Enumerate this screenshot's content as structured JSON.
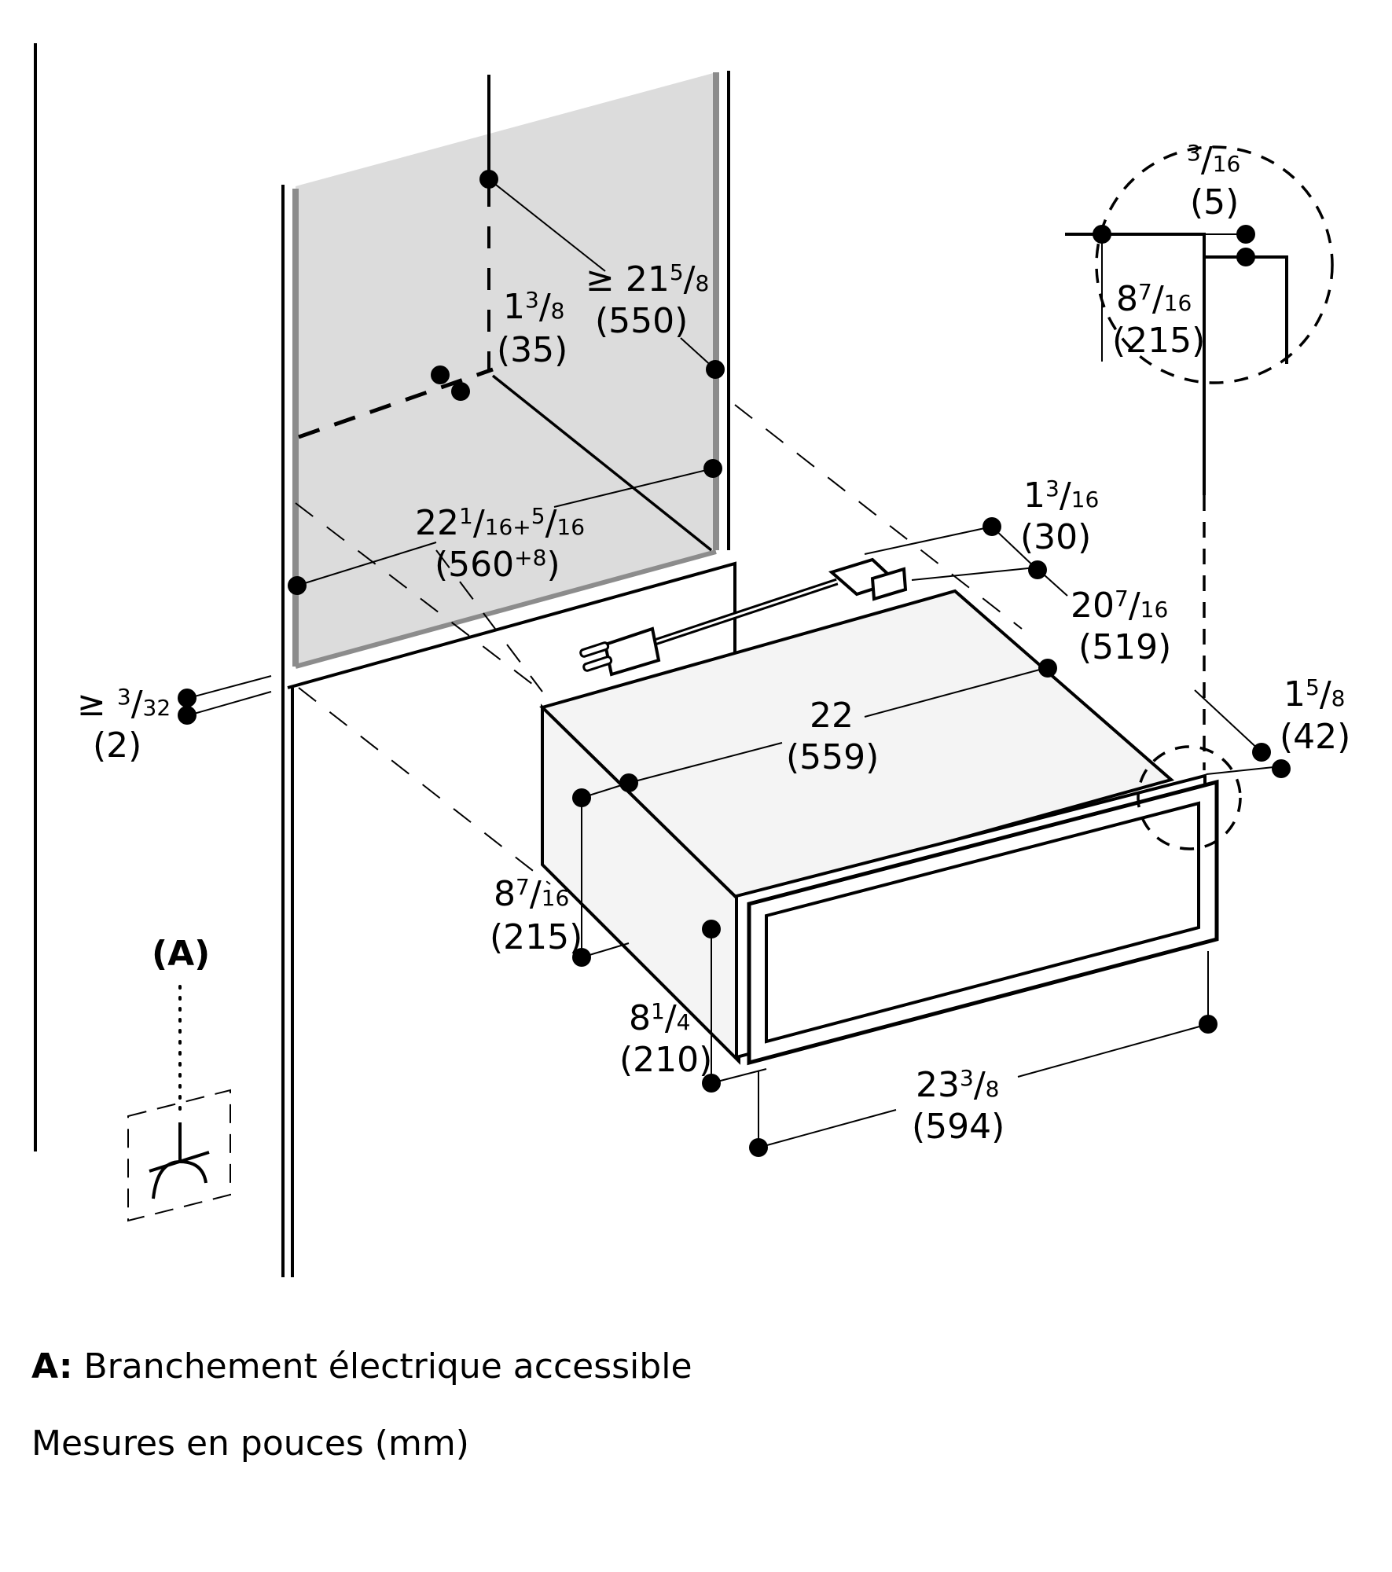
{
  "diagram": {
    "type": "installation-dimension-drawing",
    "subject": "warming drawer in cabinet niche",
    "colors": {
      "line": "#000000",
      "niche_fill": "#dcdcdc",
      "appliance_fill": "#f4f4f4",
      "niche_edge": "#8c8c8c"
    }
  },
  "dimensions": {
    "niche_depth": {
      "inch_whole": "≥ 21",
      "inch_num": "5",
      "inch_den": "8",
      "mm": "(550)"
    },
    "niche_offset": {
      "inch_whole": "1",
      "inch_num": "3",
      "inch_den": "8",
      "mm": "(35)"
    },
    "niche_width": {
      "inch_whole": "22",
      "inch_num": "1",
      "inch_den": "16",
      "tol_sep": "+",
      "tol_num": "5",
      "tol_den": "16",
      "mm_main": "(560",
      "mm_tol": "+8",
      "mm_close": ")"
    },
    "gap": {
      "inch_whole": "≥ ",
      "inch_num": "3",
      "inch_den": "32",
      "mm": "(2)"
    },
    "detail_gap": {
      "inch_num": "3",
      "inch_den": "16",
      "mm": "(5)"
    },
    "detail_height": {
      "inch_whole": "8",
      "inch_num": "7",
      "inch_den": "16",
      "mm": "(215)"
    },
    "top_offset": {
      "inch_whole": "1",
      "inch_num": "3",
      "inch_den": "16",
      "mm": "(30)"
    },
    "body_depth": {
      "inch_whole": "20",
      "inch_num": "7",
      "inch_den": "16",
      "mm": "(519)"
    },
    "front_thickness": {
      "inch_whole": "1",
      "inch_num": "5",
      "inch_den": "8",
      "mm": "(42)"
    },
    "body_width": {
      "inch_whole": "22",
      "mm": "(559)"
    },
    "body_height": {
      "inch_whole": "8",
      "inch_num": "7",
      "inch_den": "16",
      "mm": "(215)"
    },
    "front_height": {
      "inch_whole": "8",
      "inch_num": "1",
      "inch_den": "4",
      "mm": "(210)"
    },
    "front_width": {
      "inch_whole": "23",
      "inch_num": "3",
      "inch_den": "8",
      "mm": "(594)"
    }
  },
  "callout": {
    "label": "(A)"
  },
  "legend": {
    "a_key": "A:",
    "a_text": "Branchement électrique accessible",
    "units": "Mesures en pouces (mm)"
  }
}
